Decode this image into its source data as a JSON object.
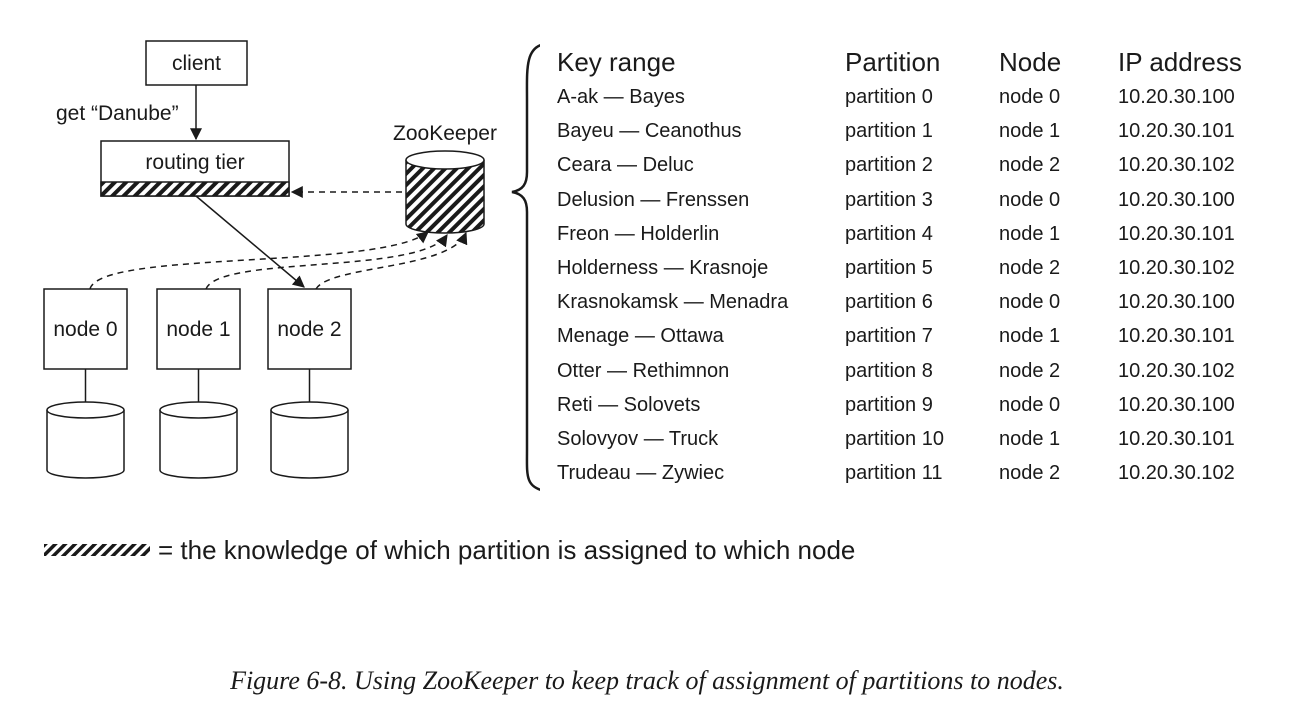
{
  "diagram": {
    "client_label": "client",
    "request_label": "get “Danube”",
    "routing_tier_label": "routing tier",
    "zookeeper_label": "ZooKeeper",
    "nodes": [
      {
        "label": "node 0"
      },
      {
        "label": "node 1"
      },
      {
        "label": "node 2"
      }
    ]
  },
  "table": {
    "headers": {
      "key_range": "Key range",
      "partition": "Partition",
      "node": "Node",
      "ip": "IP address"
    },
    "rows": [
      {
        "key_range": "A-ak — Bayes",
        "partition": "partition 0",
        "node": "node 0",
        "ip": "10.20.30.100"
      },
      {
        "key_range": "Bayeu — Ceanothus",
        "partition": "partition 1",
        "node": "node 1",
        "ip": "10.20.30.101"
      },
      {
        "key_range": "Ceara — Deluc",
        "partition": "partition 2",
        "node": "node 2",
        "ip": "10.20.30.102"
      },
      {
        "key_range": "Delusion — Frenssen",
        "partition": "partition 3",
        "node": "node 0",
        "ip": "10.20.30.100"
      },
      {
        "key_range": "Freon — Holderlin",
        "partition": "partition 4",
        "node": "node 1",
        "ip": "10.20.30.101"
      },
      {
        "key_range": "Holderness — Krasnoje",
        "partition": "partition 5",
        "node": "node 2",
        "ip": "10.20.30.102"
      },
      {
        "key_range": "Krasnokamsk — Menadra",
        "partition": "partition 6",
        "node": "node 0",
        "ip": "10.20.30.100"
      },
      {
        "key_range": "Menage — Ottawa",
        "partition": "partition 7",
        "node": "node 1",
        "ip": "10.20.30.101"
      },
      {
        "key_range": "Otter — Rethimnon",
        "partition": "partition 8",
        "node": "node 2",
        "ip": "10.20.30.102"
      },
      {
        "key_range": "Reti — Solovets",
        "partition": "partition 9",
        "node": "node 0",
        "ip": "10.20.30.100"
      },
      {
        "key_range": "Solovyov — Truck",
        "partition": "partition 10",
        "node": "node 1",
        "ip": "10.20.30.101"
      },
      {
        "key_range": "Trudeau — Zywiec",
        "partition": "partition 11",
        "node": "node 2",
        "ip": "10.20.30.102"
      }
    ]
  },
  "legend": {
    "text": "= the knowledge of which partition is assigned to which node"
  },
  "caption": "Figure 6-8. Using ZooKeeper to keep track of assignment of partitions to nodes."
}
